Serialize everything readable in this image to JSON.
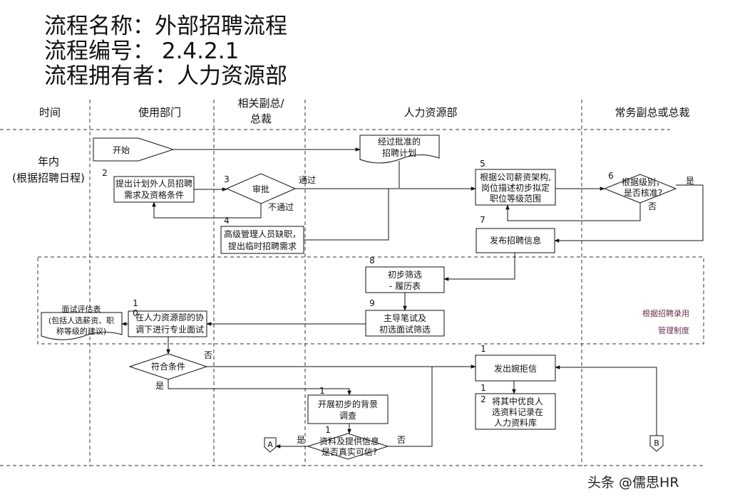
{
  "header": {
    "name_line": "流程名称：外部招聘流程",
    "code_line": "流程编号：  2.4.2.1",
    "owner_line": "流程拥有者：人力资源部"
  },
  "lanes": {
    "time": "时间",
    "user_dept": "使用部门",
    "vp_line1": "相关副总/",
    "vp_line2": "总裁",
    "hr": "人力资源部",
    "ceo": "常务副总或总裁"
  },
  "time_label": {
    "line1": "年内",
    "line2": "(根据招聘日程)"
  },
  "nodes": {
    "start": "开始",
    "approved_plan_line1": "经过批准的",
    "approved_plan_line2": "招聘计划",
    "n2_num": "2",
    "n2_line1": "提出计划外人员招聘",
    "n2_line2": "需求及资格条件",
    "n3_num": "3",
    "n3_label": "审批",
    "pass": "通过",
    "fail": "不通过",
    "n4_num": "4",
    "n4_line1": "高级管理人员缺职，",
    "n4_line2": "提出临时招聘需求",
    "n5_num": "5",
    "n5_line1": "根据公司薪资架构,",
    "n5_line2": "岗位描述初步拟定",
    "n5_line3": "职位等级范围",
    "n6_num": "6",
    "n6_line1": "根据级别，",
    "n6_line2": "是否核准?",
    "yes": "是",
    "no": "否",
    "n7_num": "7",
    "n7_label": "发布招聘信息",
    "n8_num": "8",
    "n8_line1": "初步筛选",
    "n8_line2": "- 履历表",
    "n9_num": "9",
    "n9_line1": "主导笔试及",
    "n9_line2": "初选面试筛选",
    "n10_num_a": "1",
    "n10_num_b": "0",
    "n10_line1": "在人力资源部的协",
    "n10_line2": "调下进行专业面试",
    "eval_line1": "面试评估表",
    "eval_line2": "(包括人选薪资、职",
    "eval_line3": "称等级的建议)",
    "policy_line1": "根据招聘录用",
    "policy_line2": "管理制度",
    "cond_label": "符合条件",
    "cond_no": "否",
    "cond_yes": "是",
    "bg_num": "1",
    "bg_line1": "开展初步的背景",
    "bg_line2": "调查",
    "verify_num": "1",
    "verify_line1": "资料及提供信息",
    "verify_line2": "是否真实可信?",
    "verify_yes": "是",
    "verify_no": "否",
    "offer_num": "1",
    "offer_label": "发出婉拒信",
    "record_num_a": "1",
    "record_num_b": "2",
    "record_line1": "将其中优良人",
    "record_line2": "选资料记录在",
    "record_line3": "人力资料库",
    "conn_a": "A",
    "conn_b": "B"
  },
  "watermark": "头条 @儒思HR",
  "colors": {
    "line": "#111111",
    "dashed": "#333333",
    "policy_text": "#6b3150"
  }
}
